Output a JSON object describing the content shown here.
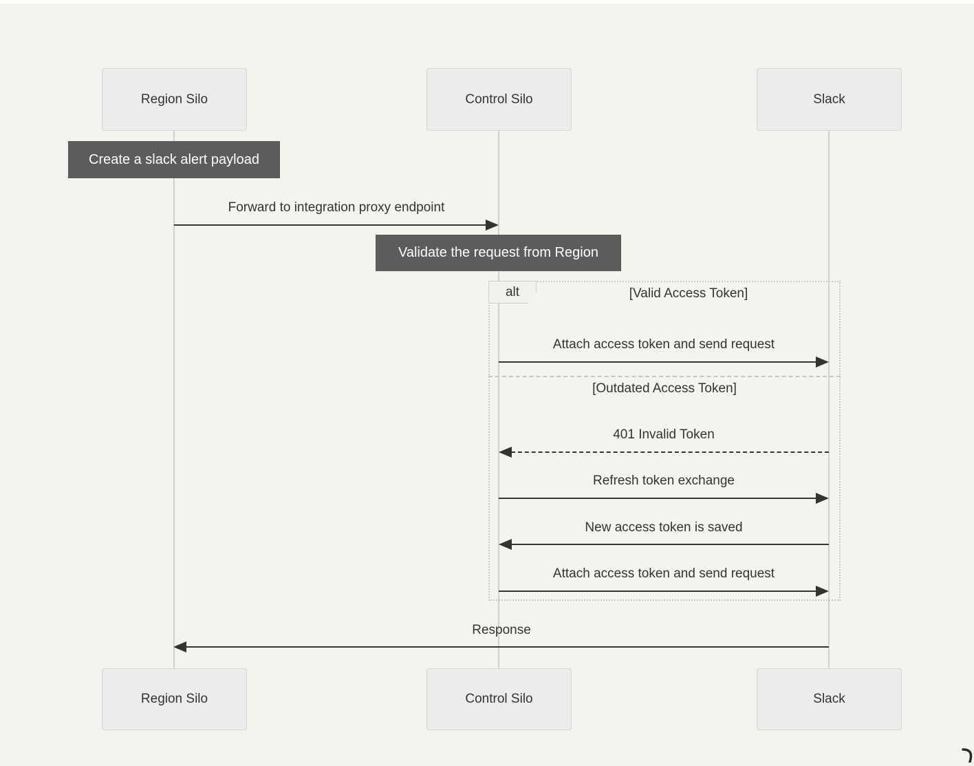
{
  "actors": [
    {
      "label": "Region Silo"
    },
    {
      "label": "Control Silo"
    },
    {
      "label": "Slack"
    }
  ],
  "notes": [
    {
      "label": "Create a slack alert payload"
    },
    {
      "label": "Validate the request from Region"
    }
  ],
  "messages": [
    {
      "label": "Forward to integration proxy endpoint",
      "from": "Region Silo",
      "to": "Control Silo",
      "style": "solid"
    },
    {
      "label": "Attach access token and send request",
      "from": "Control Silo",
      "to": "Slack",
      "style": "solid"
    },
    {
      "label": "401 Invalid Token",
      "from": "Slack",
      "to": "Control Silo",
      "style": "dashed"
    },
    {
      "label": "Refresh token exchange",
      "from": "Control Silo",
      "to": "Slack",
      "style": "solid"
    },
    {
      "label": "New access token is saved",
      "from": "Slack",
      "to": "Control Silo",
      "style": "solid"
    },
    {
      "label": "Attach access token and send request",
      "from": "Control Silo",
      "to": "Slack",
      "style": "solid"
    },
    {
      "label": "Response",
      "from": "Slack",
      "to": "Region Silo",
      "style": "solid"
    }
  ],
  "alt_frame": {
    "label": "alt",
    "conditions": [
      {
        "label": "[Valid Access Token]"
      },
      {
        "label": "[Outdated Access Token]"
      }
    ]
  },
  "colors": {
    "background": "#f5f3ee",
    "actor_fill": "#ececec",
    "actor_border": "#d5d5d3",
    "note_fill": "#5c5c5c",
    "note_text": "#fdfdfd",
    "text": "#333333",
    "arrow": "#333333",
    "lifeline": "#d2d1cc",
    "frame_border": "#c9c8c2"
  }
}
